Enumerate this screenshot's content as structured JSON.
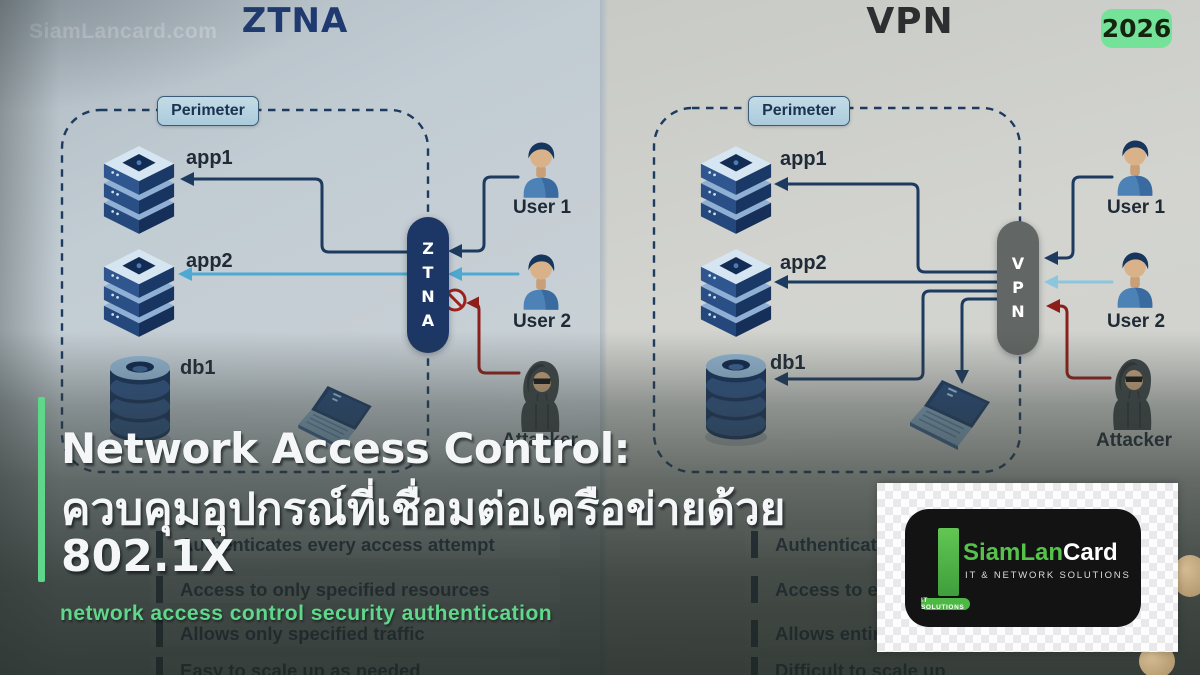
{
  "watermark": "SiamLancard.com",
  "badge_year": "2026",
  "left_panel": {
    "title": "ZTNA",
    "perimeter_label": "Perimeter",
    "gateway": [
      "Z",
      "T",
      "N",
      "A"
    ],
    "nodes": {
      "app1": "app1",
      "app2": "app2",
      "db1": "db1"
    },
    "users": {
      "user1": "User 1",
      "user2": "User 2"
    },
    "attacker_label": "Attacker",
    "features": [
      "Authenticates every access attempt",
      "Access to only specified resources",
      "Allows only specified traffic",
      "Easy to scale up as needed"
    ]
  },
  "right_panel": {
    "title": "VPN",
    "perimeter_label": "Perimeter",
    "gateway": [
      "V",
      "P",
      "N"
    ],
    "nodes": {
      "app1": "app1",
      "app2": "app2",
      "db1": "db1"
    },
    "users": {
      "user1": "User 1",
      "user2": "User 2"
    },
    "attacker_label": "Attacker",
    "features": [
      "Authenticates o",
      "Access to entire",
      "Allows entire tr",
      "Difficult to scale up"
    ]
  },
  "overlay": {
    "title_en": "Network Access Control:",
    "title_th": "ควบคุมอุปกรณ์ที่เชื่อมต่อเครือข่ายด้วย",
    "title_standard": "802.1X",
    "keywords": "network access control security authentication"
  },
  "logo": {
    "brand_green": "SiamLan",
    "brand_white": "Card",
    "tagline": "IT & NETWORK SOLUTIONS",
    "badge": "IT SOLUTIONS"
  },
  "colors": {
    "navy_line": "#1d3a5f",
    "ztna_pillar": "#1c3765",
    "vpn_pillar": "#626664",
    "light_blue_arrow": "#4da9d2",
    "blocked_red": "#8c1f1a",
    "accent_green": "#5ed78a",
    "badge_green": "#74e399",
    "logo_green": "#4db944"
  }
}
